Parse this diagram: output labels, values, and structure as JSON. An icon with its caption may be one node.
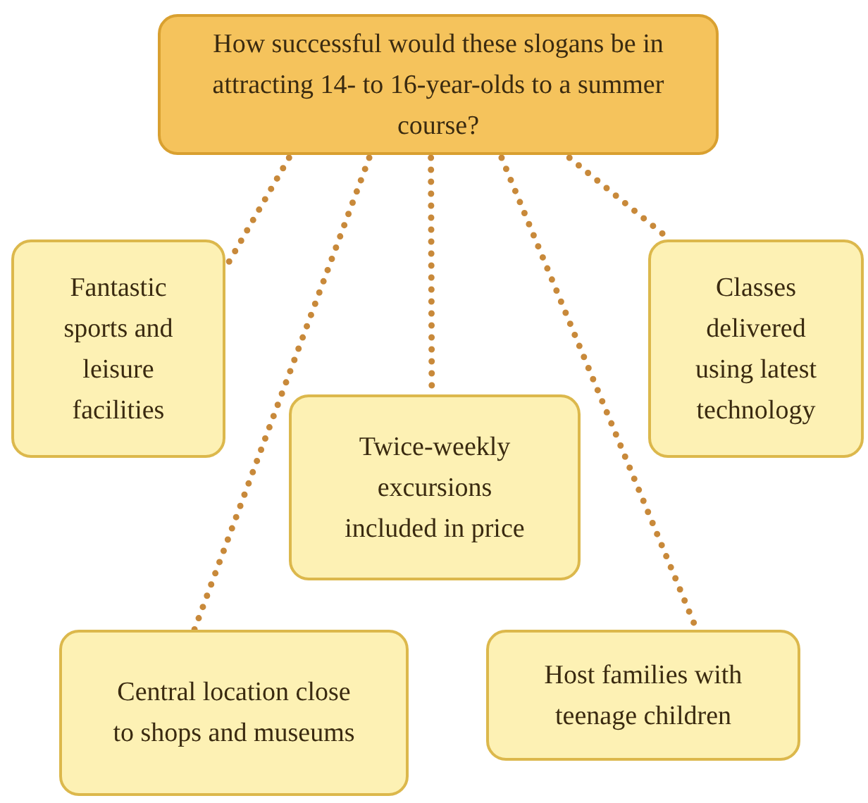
{
  "diagram": {
    "nodes": [
      {
        "text": [
          "How successful would these slogans be in attracting 14- to 16-year-olds to a summer course?"
        ]
      },
      {
        "text": [
          "Fantastic sports and leisure facilities"
        ]
      },
      {
        "text": [
          "Classes delivered using latest technology"
        ]
      },
      {
        "text": [
          "Twice-weekly excursions included in price"
        ]
      },
      {
        "text": [
          "Central location close to shops and museums"
        ]
      },
      {
        "text": [
          "Host families with teenage children"
        ]
      }
    ],
    "edges": [
      {
        "from": 0,
        "to": 1,
        "arrow": "none",
        "style": "dashed"
      },
      {
        "from": 0,
        "to": 4,
        "arrow": "none",
        "style": "dashed"
      },
      {
        "from": 0,
        "to": 3,
        "arrow": "none",
        "style": "dashed"
      },
      {
        "from": 0,
        "to": 5,
        "arrow": "none",
        "style": "dashed"
      },
      {
        "from": 0,
        "to": 2,
        "arrow": "none",
        "style": "dashed"
      }
    ]
  }
}
